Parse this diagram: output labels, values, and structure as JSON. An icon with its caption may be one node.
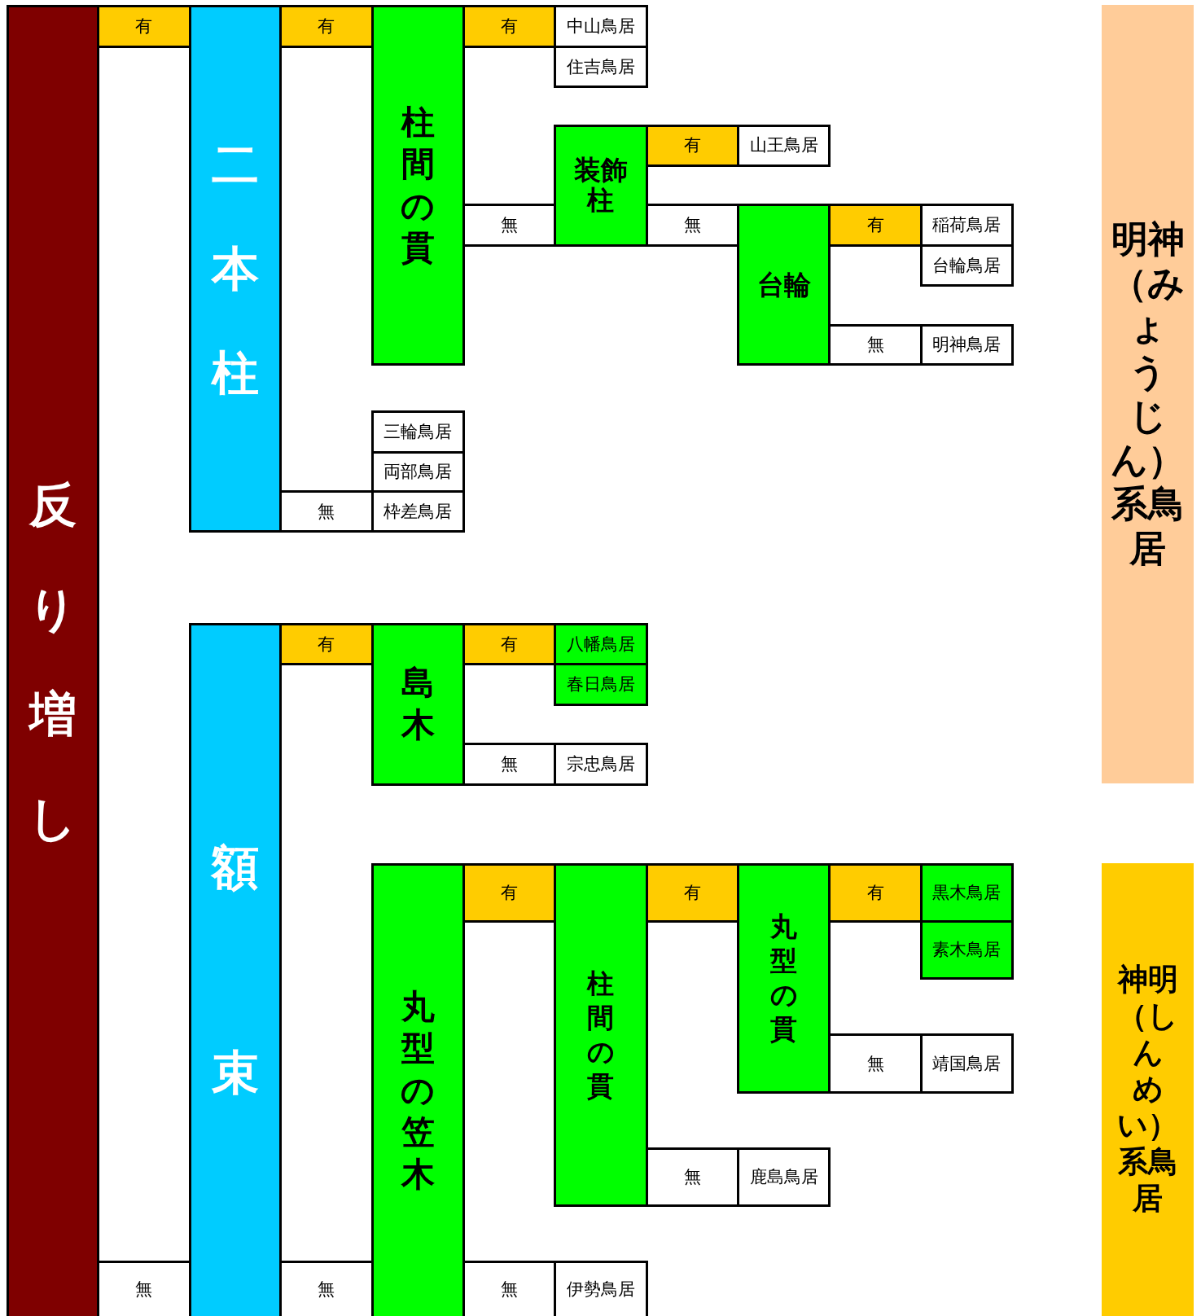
{
  "diagram": {
    "nodes": [
      {
        "text": [
          "反り増し"
        ]
      },
      {
        "text": [
          "有"
        ]
      },
      {
        "text": [
          "二本柱"
        ]
      },
      {
        "text": [
          "有"
        ]
      },
      {
        "text": [
          "柱間の貫"
        ]
      },
      {
        "text": [
          "有"
        ]
      },
      {
        "text": [
          "中山鳥居"
        ]
      },
      {
        "text": [
          "住吉鳥居"
        ]
      },
      {
        "text": [
          "無"
        ]
      },
      {
        "text": [
          "装飾柱"
        ]
      },
      {
        "text": [
          "有"
        ]
      },
      {
        "text": [
          "山王鳥居"
        ]
      },
      {
        "text": [
          "無"
        ]
      },
      {
        "text": [
          "台輪"
        ]
      },
      {
        "text": [
          "有"
        ]
      },
      {
        "text": [
          "稲荷鳥居"
        ]
      },
      {
        "text": [
          "台輪鳥居"
        ]
      },
      {
        "text": [
          "無"
        ]
      },
      {
        "text": [
          "明神鳥居"
        ]
      },
      {
        "text": [
          "三輪鳥居"
        ]
      },
      {
        "text": [
          "両部鳥居"
        ]
      },
      {
        "text": [
          "無"
        ]
      },
      {
        "text": [
          "枠差鳥居"
        ]
      },
      {
        "text": [
          "額束"
        ]
      },
      {
        "text": [
          "有"
        ]
      },
      {
        "text": [
          "島木"
        ]
      },
      {
        "text": [
          "有"
        ]
      },
      {
        "text": [
          "八幡鳥居"
        ]
      },
      {
        "text": [
          "春日鳥居"
        ]
      },
      {
        "text": [
          "無"
        ]
      },
      {
        "text": [
          "宗忠鳥居"
        ]
      },
      {
        "text": [
          "丸型の笠木"
        ]
      },
      {
        "text": [
          "有"
        ]
      },
      {
        "text": [
          "柱間の貫"
        ]
      },
      {
        "text": [
          "有"
        ]
      },
      {
        "text": [
          "丸型の貫"
        ]
      },
      {
        "text": [
          "有"
        ]
      },
      {
        "text": [
          "黒木鳥居"
        ]
      },
      {
        "text": [
          "素木鳥居"
        ]
      },
      {
        "text": [
          "無"
        ]
      },
      {
        "text": [
          "靖国鳥居"
        ]
      },
      {
        "text": [
          "無"
        ]
      },
      {
        "text": [
          "鹿島鳥居"
        ]
      },
      {
        "text": [
          "無"
        ]
      },
      {
        "text": [
          "伊勢鳥居"
        ]
      },
      {
        "text": [
          "無"
        ]
      },
      {
        "text": [
          "無"
        ]
      },
      {
        "text": [
          "明神（みょうじん）系鳥居"
        ]
      },
      {
        "text": [
          "神明（しんめい）系鳥居"
        ]
      }
    ]
  }
}
